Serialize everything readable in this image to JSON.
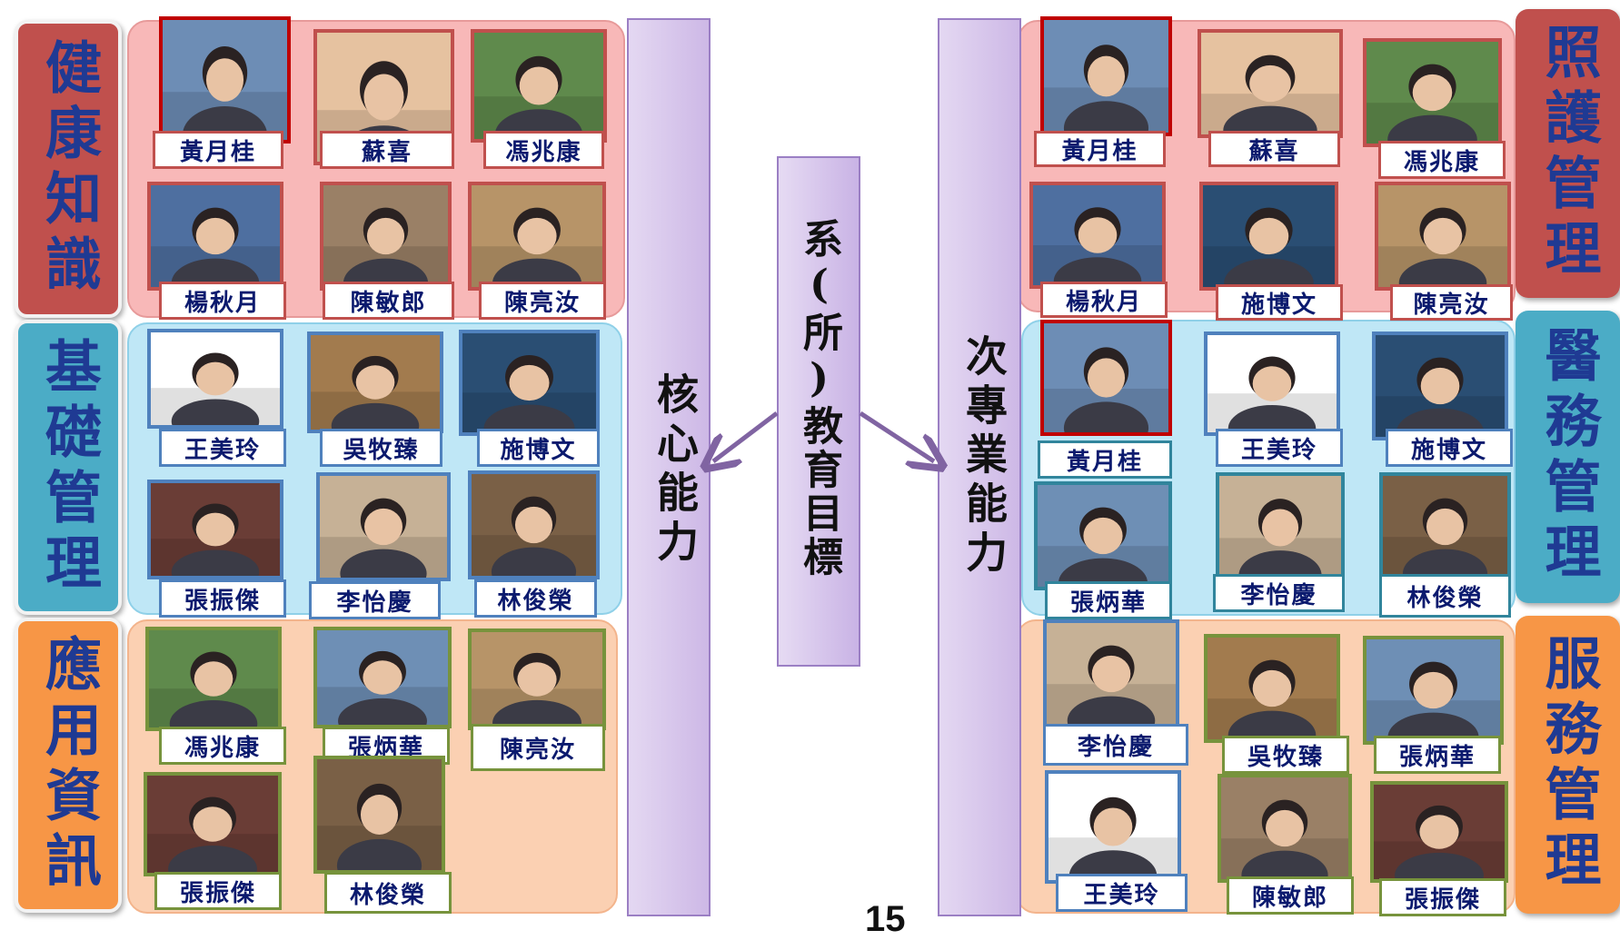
{
  "left_categories": [
    "健康知識",
    "基礎管理",
    "應用資訊"
  ],
  "right_categories": [
    "照護管理",
    "醫務管理",
    "服務管理"
  ],
  "center": {
    "goal": "系(所)教育目標",
    "core_pillar": "核心能力",
    "sub_pillar": "次專業能力"
  },
  "left_groups": [
    {
      "category": "健康知識",
      "members": [
        "黃月桂",
        "蘇喜",
        "馮兆康",
        "楊秋月",
        "陳敏郎",
        "陳亮汝"
      ]
    },
    {
      "category": "基礎管理",
      "members": [
        "王美玲",
        "吳牧臻",
        "施博文",
        "張振傑",
        "李怡慶",
        "林俊榮"
      ]
    },
    {
      "category": "應用資訊",
      "members": [
        "馮兆康",
        "張炳華",
        "陳亮汝",
        "張振傑",
        "林俊榮"
      ]
    }
  ],
  "right_groups": [
    {
      "category": "照護管理",
      "members": [
        "黃月桂",
        "蘇喜",
        "馮兆康",
        "楊秋月",
        "施博文",
        "陳亮汝"
      ]
    },
    {
      "category": "醫務管理",
      "members": [
        "黃月桂",
        "王美玲",
        "施博文",
        "張炳華",
        "李怡慶",
        "林俊榮"
      ]
    },
    {
      "category": "服務管理",
      "members": [
        "李怡慶",
        "吳牧臻",
        "張炳華",
        "王美玲",
        "陳敏郎",
        "張振傑"
      ]
    }
  ],
  "page_number": "15",
  "colors": {
    "red_category": "#c0504d",
    "teal_category": "#4bacc6",
    "orange_category": "#f79646",
    "pillar": "#cdb8e6",
    "label_text": "#0b1a6e"
  }
}
